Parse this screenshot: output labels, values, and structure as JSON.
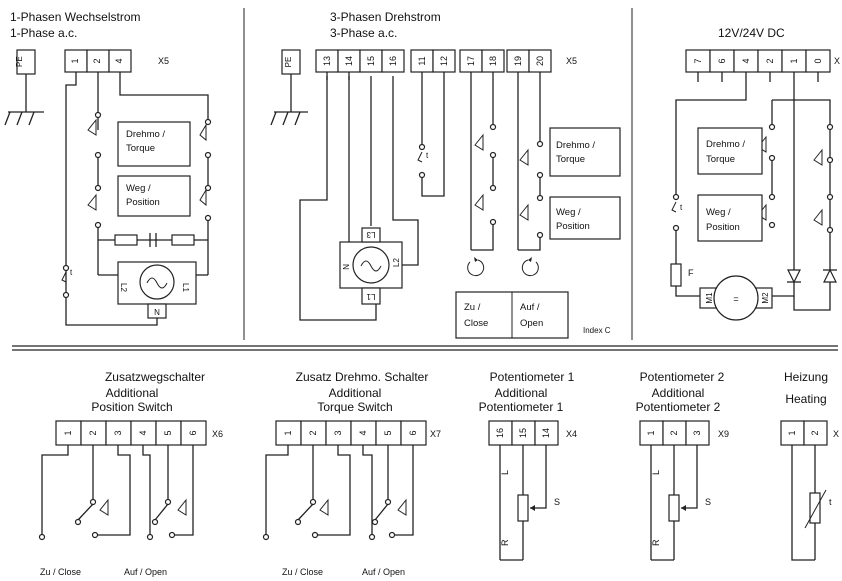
{
  "top": {
    "single_phase": {
      "title_de": "1-Phasen Wechselstrom",
      "title_en": "1-Phase a.c.",
      "pe": "PE",
      "terminals": [
        "1",
        "2",
        "4"
      ],
      "connector": "X5",
      "torque_label_1": "Drehmo /",
      "torque_label_2": "Torque",
      "position_label_1": "Weg /",
      "position_label_2": "Position",
      "motor_pins": [
        "L2",
        "L1",
        "N"
      ],
      "thermo": "t"
    },
    "three_phase": {
      "title_de": "3-Phasen Drehstrom",
      "title_en": "3-Phase a.c.",
      "pe": "PE",
      "terminals": [
        "13",
        "14",
        "15",
        "16",
        "11",
        "12",
        "17",
        "18",
        "19",
        "20"
      ],
      "connector": "X5",
      "torque_label_1": "Drehmo /",
      "torque_label_2": "Torque",
      "position_label_1": "Weg /",
      "position_label_2": "Position",
      "motor_pins": [
        "L3",
        "N",
        "L2",
        "L1"
      ],
      "close_1": "Zu /",
      "close_2": "Close",
      "open_1": "Auf /",
      "open_2": "Open",
      "index": "Index C",
      "thermo": "t"
    },
    "dc": {
      "title": "12V/24V DC",
      "terminals": [
        "7",
        "6",
        "4",
        "2",
        "1",
        "0"
      ],
      "connector": "X",
      "torque_label_1": "Drehmo /",
      "torque_label_2": "Torque",
      "position_label_1": "Weg /",
      "position_label_2": "Position",
      "fuse": "F",
      "motor_pins": [
        "M1",
        "M2"
      ],
      "motor_symbol": "=",
      "thermo": "t"
    }
  },
  "bottom": {
    "pos_switch": {
      "title_de": "Zusatzwegschalter",
      "title_en_1": "Additional",
      "title_en_2": "Position Switch",
      "terminals": [
        "1",
        "2",
        "3",
        "4",
        "5",
        "6"
      ],
      "connector": "X6",
      "close": "Zu / Close",
      "open": "Auf / Open"
    },
    "torque_switch": {
      "title_de": "Zusatz Drehmo. Schalter",
      "title_en_1": "Additional",
      "title_en_2": "Torque Switch",
      "terminals": [
        "1",
        "2",
        "3",
        "4",
        "5",
        "6"
      ],
      "connector": "X7",
      "close": "Zu / Close",
      "open": "Auf / Open"
    },
    "pot1": {
      "title_1": "Potentiometer 1",
      "title_2": "Additional",
      "title_3": "Potentiometer 1",
      "terminals": [
        "16",
        "15",
        "14"
      ],
      "connector": "X4",
      "l": "L",
      "s": "S",
      "r": "R"
    },
    "pot2": {
      "title_1": "Potentiometer 2",
      "title_2": "Additional",
      "title_3": "Potentiometer 2",
      "terminals": [
        "1",
        "2",
        "3"
      ],
      "connector": "X9",
      "l": "L",
      "s": "S",
      "r": "R"
    },
    "heating": {
      "title_de": "Heizung",
      "title_en": "Heating",
      "terminals": [
        "1",
        "2"
      ],
      "connector": "X",
      "t": "t"
    }
  }
}
